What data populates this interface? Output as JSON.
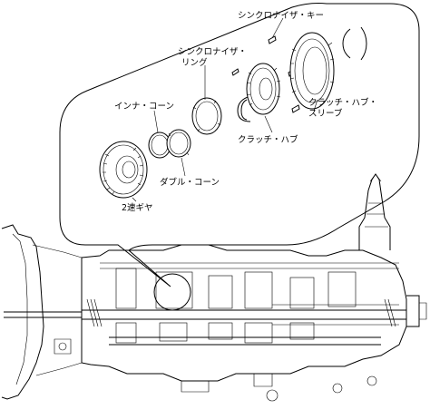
{
  "labels": {
    "synchronizer_key": "シンクロナイザ・キー",
    "synchronizer_ring_line1": "シンクロナイザ・",
    "synchronizer_ring_line2": "リング",
    "inner_cone": "インナ・コーン",
    "clutch_hub_sleeve_line1": "クラッチ・ハブ・",
    "clutch_hub_sleeve_line2": "スリーブ",
    "clutch_hub": "クラッチ・ハブ",
    "double_cone": "ダブル・コーン",
    "second_gear": "2速ギヤ"
  },
  "colors": {
    "line": "#000000",
    "background": "#ffffff"
  }
}
